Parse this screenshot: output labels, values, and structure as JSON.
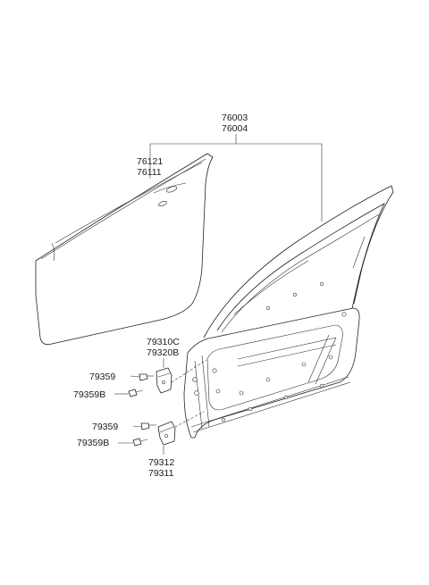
{
  "labels": {
    "panel_assy_a": "76003",
    "panel_assy_b": "76004",
    "outer_panel_a": "76121",
    "outer_panel_b": "76111",
    "upper_hinge_a": "79310C",
    "upper_hinge_b": "79320B",
    "lower_hinge_a": "79312",
    "lower_hinge_b": "79311",
    "bolt_upper": "79359",
    "bolt_upper_b": "79359B",
    "bolt_lower": "79359",
    "bolt_lower_b": "79359B"
  }
}
